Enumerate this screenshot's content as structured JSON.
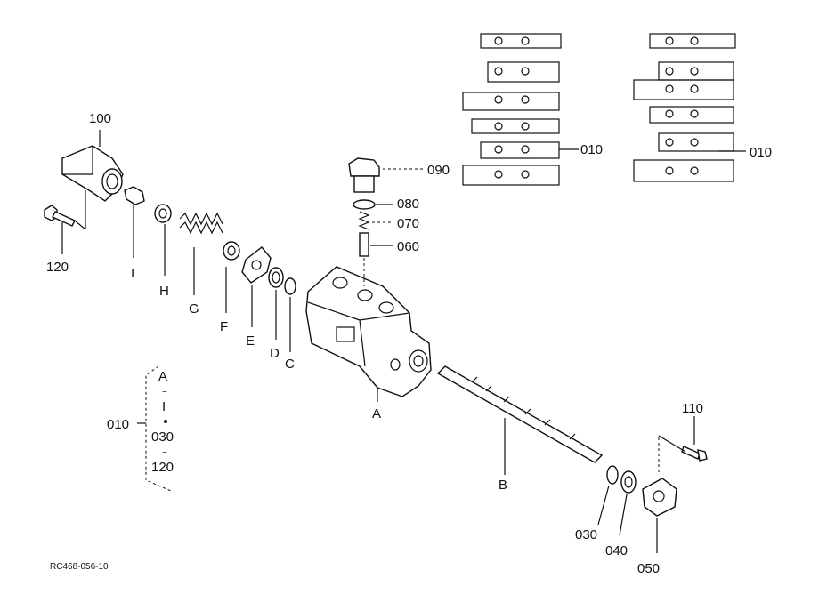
{
  "callouts": {
    "p100": "100",
    "p120": "120",
    "p090": "090",
    "p080": "080",
    "p070": "070",
    "p060": "060",
    "p010a": "010",
    "p010b": "010",
    "p110": "110",
    "p030": "030",
    "p040": "040",
    "p050": "050",
    "lA": "A",
    "lB": "B",
    "lC": "C",
    "lD": "D",
    "lE": "E",
    "lF": "F",
    "lG": "G",
    "lH": "H",
    "lI": "I"
  },
  "group": {
    "code": "010",
    "start": "A",
    "sep1": "I",
    "from": "030",
    "to": "120"
  },
  "drawing_ref": "RC468-056-10"
}
